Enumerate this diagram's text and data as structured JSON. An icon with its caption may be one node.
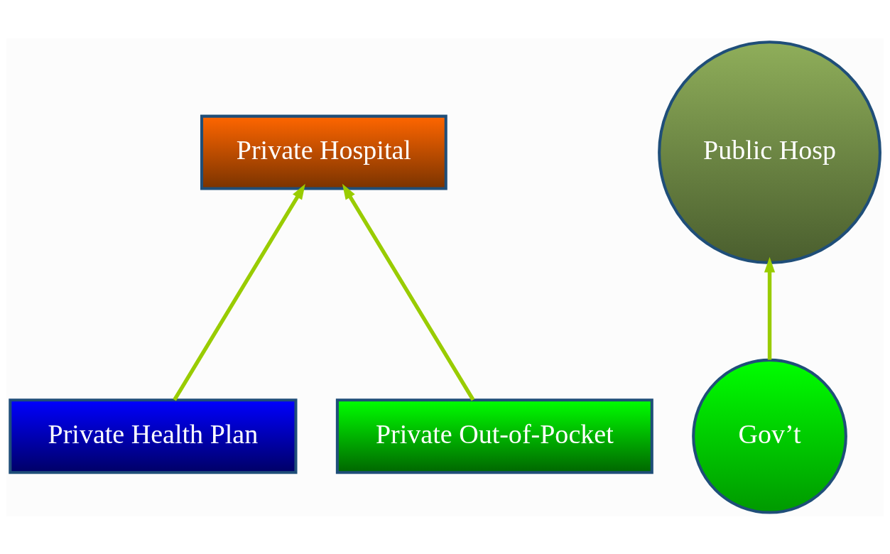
{
  "diagram": {
    "nodes": [
      {
        "text": [
          "Private Hospital"
        ]
      },
      {
        "text": [
          "Public Hosp"
        ]
      },
      {
        "text": [
          "Private Health Plan"
        ]
      },
      {
        "text": [
          "Private Out-of-Pocket"
        ]
      },
      {
        "text": [
          "Gov’t"
        ]
      }
    ],
    "edges": [
      {
        "from": 2,
        "to": 0,
        "arrow": "to"
      },
      {
        "from": 3,
        "to": 0,
        "arrow": "to"
      },
      {
        "from": 4,
        "to": 1,
        "arrow": "to"
      }
    ]
  }
}
